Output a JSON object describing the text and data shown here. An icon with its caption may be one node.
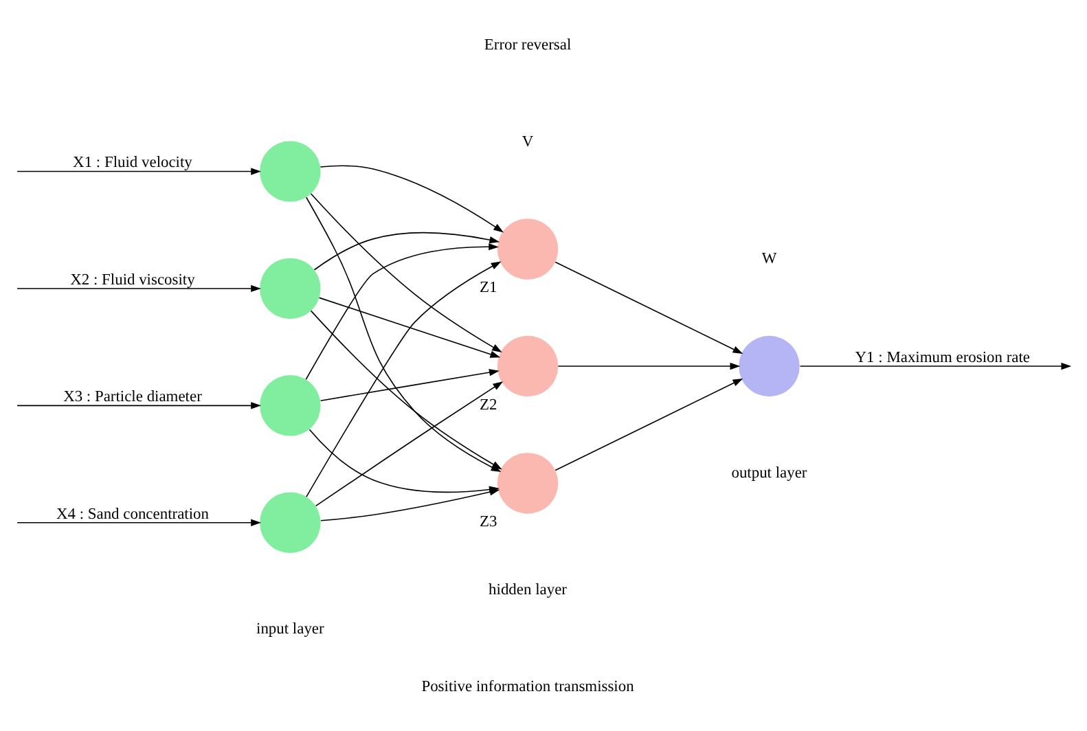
{
  "diagram": {
    "nodes": [
      {
        "text": [],
        "shape": "circle"
      },
      {
        "text": [],
        "shape": "circle"
      },
      {
        "text": [],
        "shape": "circle"
      },
      {
        "text": [],
        "shape": "circle"
      },
      {
        "text": [],
        "shape": "circle",
        "beside": [
          "Z1"
        ]
      },
      {
        "text": [],
        "shape": "circle",
        "beside": [
          "Z2"
        ]
      },
      {
        "text": [],
        "shape": "circle",
        "beside": [
          "Z3"
        ]
      },
      {
        "text": [],
        "shape": "circle"
      }
    ],
    "edges": [
      {
        "from": null,
        "to": 0,
        "arrow": "to",
        "label": "X1 : Fluid velocity"
      },
      {
        "from": null,
        "to": 1,
        "arrow": "to",
        "label": "X2 : Fluid viscosity"
      },
      {
        "from": null,
        "to": 2,
        "arrow": "to",
        "label": "X3 : Particle diameter"
      },
      {
        "from": null,
        "to": 3,
        "arrow": "to",
        "label": "X4 : Sand concentration"
      },
      {
        "from": 0,
        "to": 4,
        "arrow": "to"
      },
      {
        "from": 0,
        "to": 5,
        "arrow": "to"
      },
      {
        "from": 0,
        "to": 6,
        "arrow": "to"
      },
      {
        "from": 1,
        "to": 4,
        "arrow": "to"
      },
      {
        "from": 1,
        "to": 5,
        "arrow": "to"
      },
      {
        "from": 1,
        "to": 6,
        "arrow": "to"
      },
      {
        "from": 2,
        "to": 4,
        "arrow": "to"
      },
      {
        "from": 2,
        "to": 5,
        "arrow": "to"
      },
      {
        "from": 2,
        "to": 6,
        "arrow": "to"
      },
      {
        "from": 3,
        "to": 4,
        "arrow": "to"
      },
      {
        "from": 3,
        "to": 5,
        "arrow": "to"
      },
      {
        "from": 3,
        "to": 6,
        "arrow": "to"
      },
      {
        "from": 4,
        "to": 7,
        "arrow": "to"
      },
      {
        "from": 5,
        "to": 7,
        "arrow": "to"
      },
      {
        "from": 6,
        "to": 7,
        "arrow": "to"
      },
      {
        "from": 7,
        "to": null,
        "arrow": "to",
        "label": "Y1 : Maximum erosion rate"
      }
    ],
    "labels": [
      "Error reversal",
      "V",
      "W",
      "input layer",
      "hidden layer",
      "output layer",
      "Positive information transmission"
    ]
  }
}
